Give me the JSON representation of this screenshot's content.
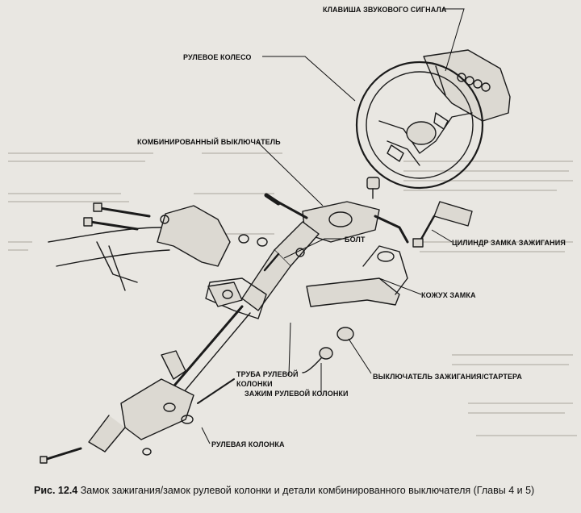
{
  "labels": {
    "horn_key": "КЛАВИША ЗВУКОВОГО СИГНАЛА",
    "steering_wheel": "РУЛЕВОЕ КОЛЕСО",
    "combination_switch": "КОМБИНИРОВАННЫЙ ВЫКЛЮЧАТЕЛЬ",
    "ignition_cylinder": "ЦИЛИНДР ЗАМКА ЗАЖИГАНИЯ",
    "bolt": "БОЛТ",
    "lock_housing": "КОЖУХ ЗАМКА",
    "column_tube_1": "ТРУБА РУЛЕВОЙ",
    "column_tube_2": "КОЛОНКИ",
    "ignition_switch": "ВЫКЛЮЧАТЕЛЬ ЗАЖИГАНИЯ/СТАРТЕРА",
    "column_clamp": "ЗАЖИМ РУЛЕВОЙ КОЛОНКИ",
    "steering_column": "РУЛЕВАЯ КОЛОНКА"
  },
  "caption": {
    "number": "Рис. 12.4",
    "text": "Замок зажигания/замок рулевой колонки и детали комбинированного выключателя (Главы 4 и 5)"
  }
}
